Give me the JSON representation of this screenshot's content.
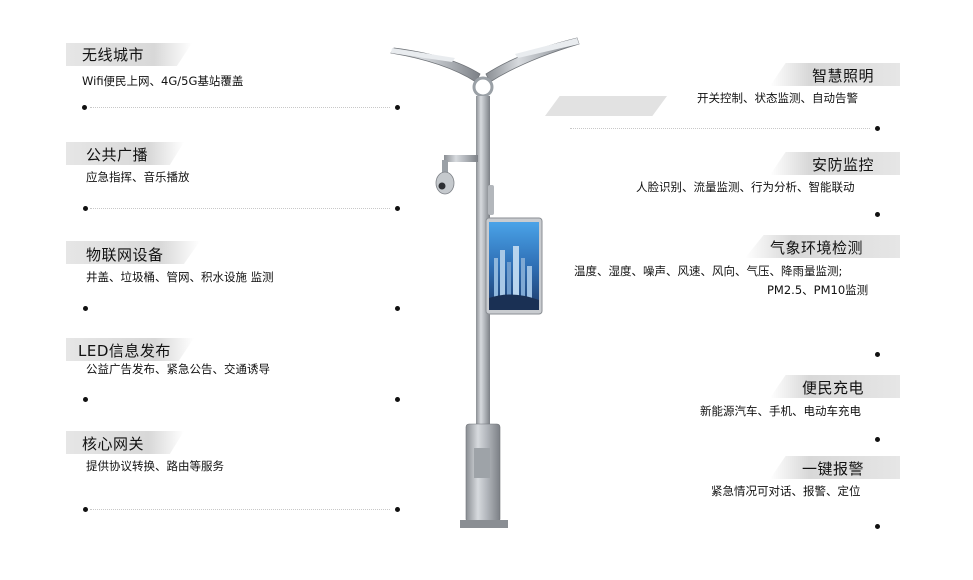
{
  "left_features": [
    {
      "title": "无线城市",
      "desc": "Wifi便民上网、4G/5G基站覆盖"
    },
    {
      "title": "公共广播",
      "desc": "应急指挥、音乐播放"
    },
    {
      "title": "物联网设备",
      "desc": "井盖、垃圾桶、管网、积水设施 监测"
    },
    {
      "title": "LED信息发布",
      "desc": "公益广告发布、紧急公告、交通诱导"
    },
    {
      "title": "核心网关",
      "desc": "提供协议转换、路由等服务"
    }
  ],
  "right_features": [
    {
      "title": "智慧照明",
      "desc": "开关控制、状态监测、自动告警"
    },
    {
      "title": "安防监控",
      "desc": "人脸识别、流量监测、行为分析、智能联动"
    },
    {
      "title": "气象环境检测",
      "desc": "温度、湿度、噪声、风速、风向、气压、降雨量监测;",
      "desc2": "PM2.5、PM10监测"
    },
    {
      "title": "便民充电",
      "desc": "新能源汽车、手机、电动车充电"
    },
    {
      "title": "一键报警",
      "desc": "紧急情况可对话、报警、定位"
    }
  ],
  "colors": {
    "tag": "#dcdcdc",
    "pole": "#a9adb2",
    "pole_dark": "#7d8187",
    "screen_sky": "#3a8fd6"
  }
}
